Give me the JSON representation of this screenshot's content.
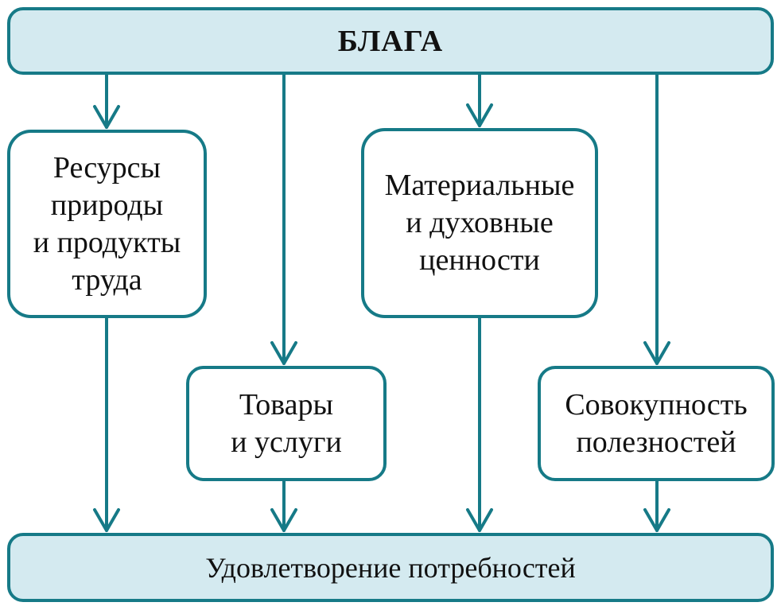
{
  "diagram": {
    "top": {
      "label": "БЛАГА"
    },
    "nodes": [
      {
        "id": "resources",
        "label": "Ресурсы\nприроды\nи продукты\nтруда"
      },
      {
        "id": "goods",
        "label": "Товары\nи услуги"
      },
      {
        "id": "values",
        "label": "Материальные\nи духовные\nценности"
      },
      {
        "id": "utilities",
        "label": "Совокупность\nполезностей"
      }
    ],
    "bottom": {
      "label": "Удовлетворение потребностей"
    },
    "edges": [
      {
        "from": "top",
        "to": "resources"
      },
      {
        "from": "top",
        "to": "goods"
      },
      {
        "from": "top",
        "to": "values"
      },
      {
        "from": "top",
        "to": "utilities"
      },
      {
        "from": "resources",
        "to": "bottom"
      },
      {
        "from": "goods",
        "to": "bottom"
      },
      {
        "from": "values",
        "to": "bottom"
      },
      {
        "from": "utilities",
        "to": "bottom"
      }
    ],
    "colors": {
      "stroke": "#167a87",
      "fill_header": "#d4eaf0",
      "text": "#111111"
    }
  }
}
